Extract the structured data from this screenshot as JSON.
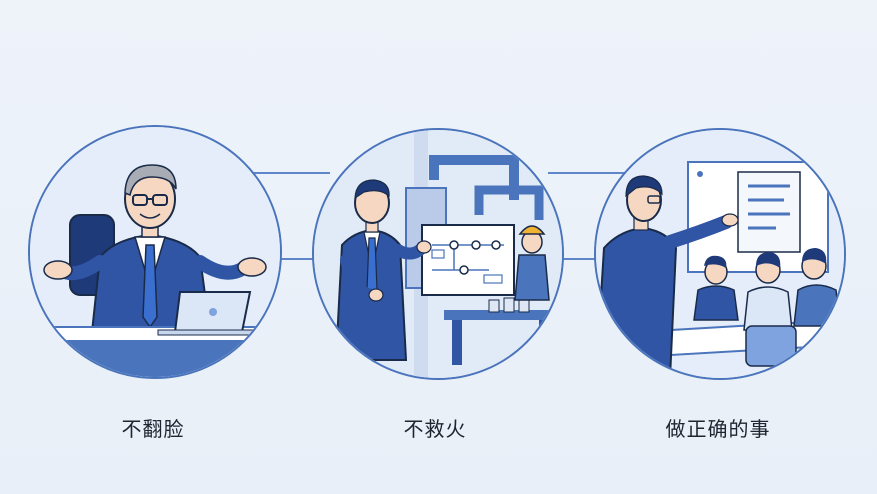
{
  "panels": [
    {
      "caption": "不翻脸",
      "scene_icon": "executive-at-desk-icon"
    },
    {
      "caption": "不救火",
      "scene_icon": "manager-presenting-flowchart-icon"
    },
    {
      "caption": "做正确的事",
      "scene_icon": "leader-directing-team-icon"
    }
  ],
  "colors": {
    "suit": "#2f55a4",
    "suit_dark": "#1e3a78",
    "outline": "#1a2b4a",
    "accent": "#4a74bb",
    "background": "#eef3fa",
    "hardhat": "#f2b233"
  }
}
